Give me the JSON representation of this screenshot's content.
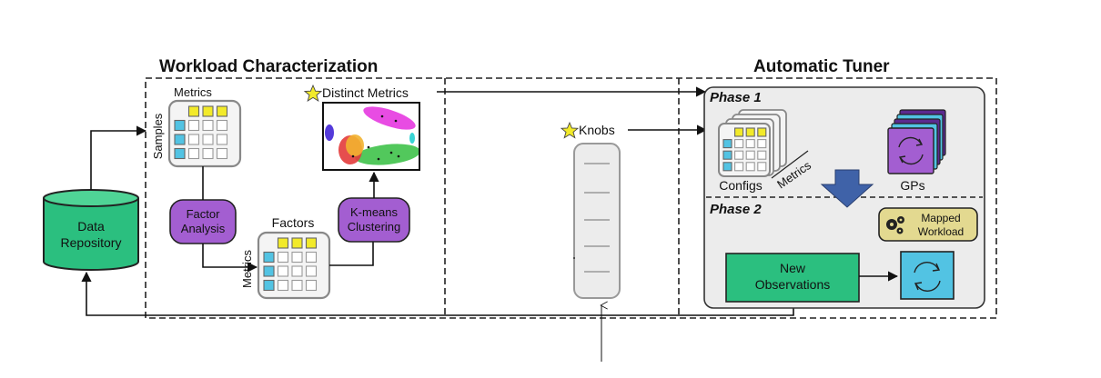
{
  "sections": {
    "workload_characterization": "Workload Characterization",
    "automatic_tuner": "Automatic Tuner"
  },
  "data_repository": {
    "line1": "Data",
    "line2": "Repository"
  },
  "metrics_samples": {
    "top_label": "Metrics",
    "side_label": "Samples"
  },
  "factor_analysis": {
    "line1": "Factor",
    "line2": "Analysis"
  },
  "factors_metrics": {
    "top_label": "Factors",
    "side_label": "Metrics"
  },
  "kmeans": {
    "line1": "K-means",
    "line2": "Clustering"
  },
  "distinct_metrics": {
    "label": "Distinct Metrics"
  },
  "knobs": {
    "label": "Knobs"
  },
  "phase1": {
    "label": "Phase 1",
    "configs_label": "Configs",
    "metrics_label": "Metrics",
    "gps_label": "GPs"
  },
  "phase2": {
    "label": "Phase 2",
    "mapped_line1": "Mapped",
    "mapped_line2": "Workload",
    "new_obs_line1": "New",
    "new_obs_line2": "Observations"
  },
  "colors": {
    "green": "#2bbf7f",
    "purple": "#a35ed1",
    "yellow": "#f2ea2a",
    "cyan": "#52c3e3",
    "tuner_bg": "#ececec",
    "arrow_blue": "#3f62a8",
    "mapped_bg": "#e3d990"
  }
}
